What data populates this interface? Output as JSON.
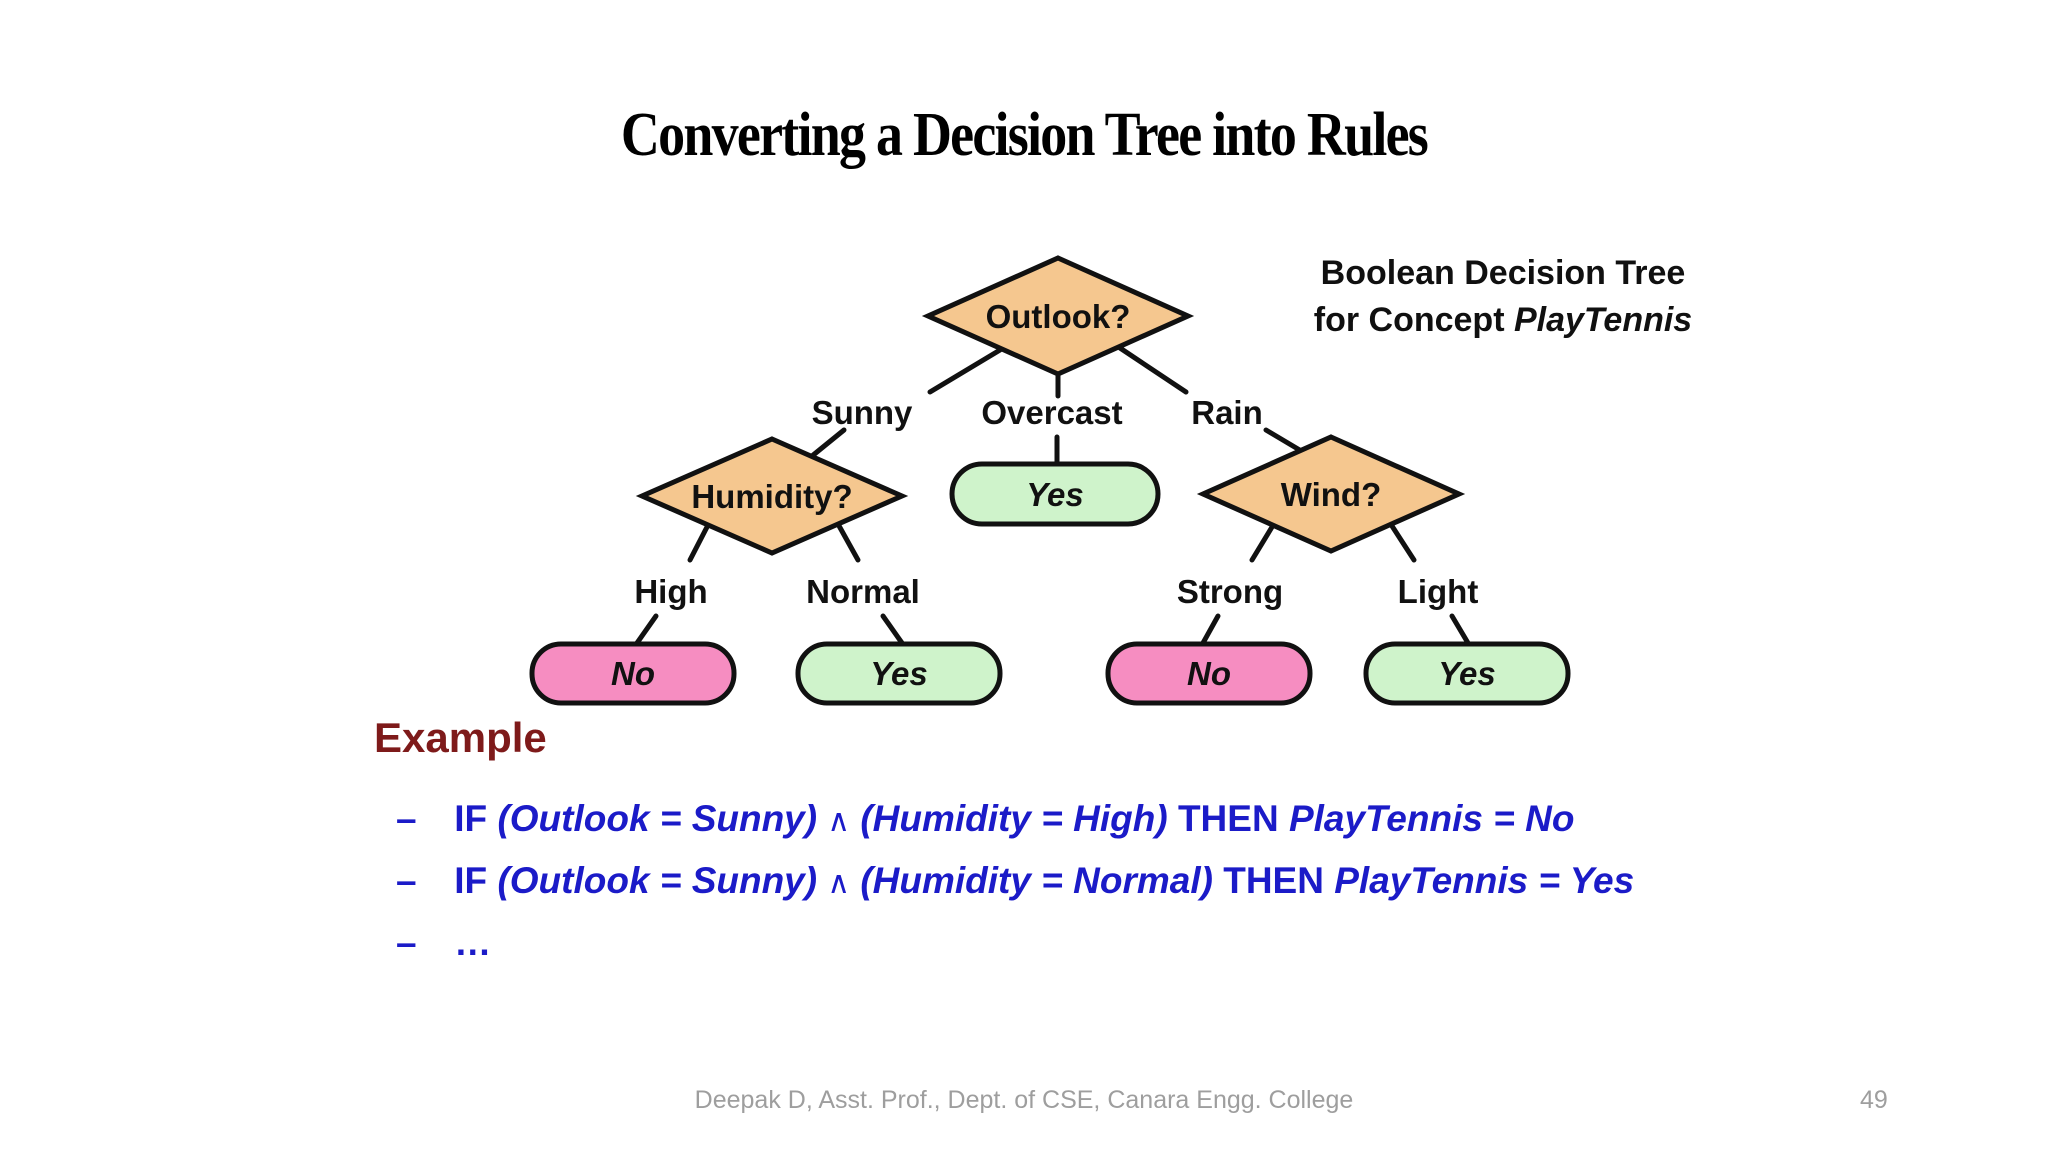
{
  "slide": {
    "title": "Converting a Decision Tree into Rules",
    "footer": "Deepak D, Asst. Prof., Dept. of CSE, Canara Engg. College",
    "page_number": "49"
  },
  "caption": {
    "line1": "Boolean Decision Tree",
    "line2_prefix": "for Concept ",
    "line2_italic": "PlayTennis"
  },
  "tree": {
    "root_label": "Outlook?",
    "humidity_label": "Humidity?",
    "wind_label": "Wind?",
    "branch_sunny": "Sunny",
    "branch_overcast": "Overcast",
    "branch_rain": "Rain",
    "branch_high": "High",
    "branch_normal": "Normal",
    "branch_strong": "Strong",
    "branch_light": "Light",
    "leaf_overcast": "Yes",
    "leaf_high": "No",
    "leaf_normal": "Yes",
    "leaf_strong": "No",
    "leaf_light": "Yes"
  },
  "example": {
    "heading": "Example",
    "bullet_dash": "–",
    "ellipsis": "…",
    "rules": [
      {
        "if_kw": "IF",
        "cond1": "(Outlook = Sunny)",
        "op": "∧",
        "cond2": "(Humidity = High)",
        "then_kw": "THEN",
        "result": "PlayTennis = No"
      },
      {
        "if_kw": "IF",
        "cond1": "(Outlook = Sunny)",
        "op": "∧",
        "cond2": "(Humidity = Normal)",
        "then_kw": "THEN",
        "result": "PlayTennis = Yes"
      }
    ]
  },
  "colors": {
    "decision_node_fill": "#F5C78F",
    "leaf_yes_fill": "#CFF3CB",
    "leaf_no_fill": "#F68DC1",
    "node_border": "#111111",
    "rule_text": "#1B1BC8",
    "example_heading": "#7E1A1A",
    "footer_text": "#9E9E9E",
    "title_text": "#000000"
  }
}
